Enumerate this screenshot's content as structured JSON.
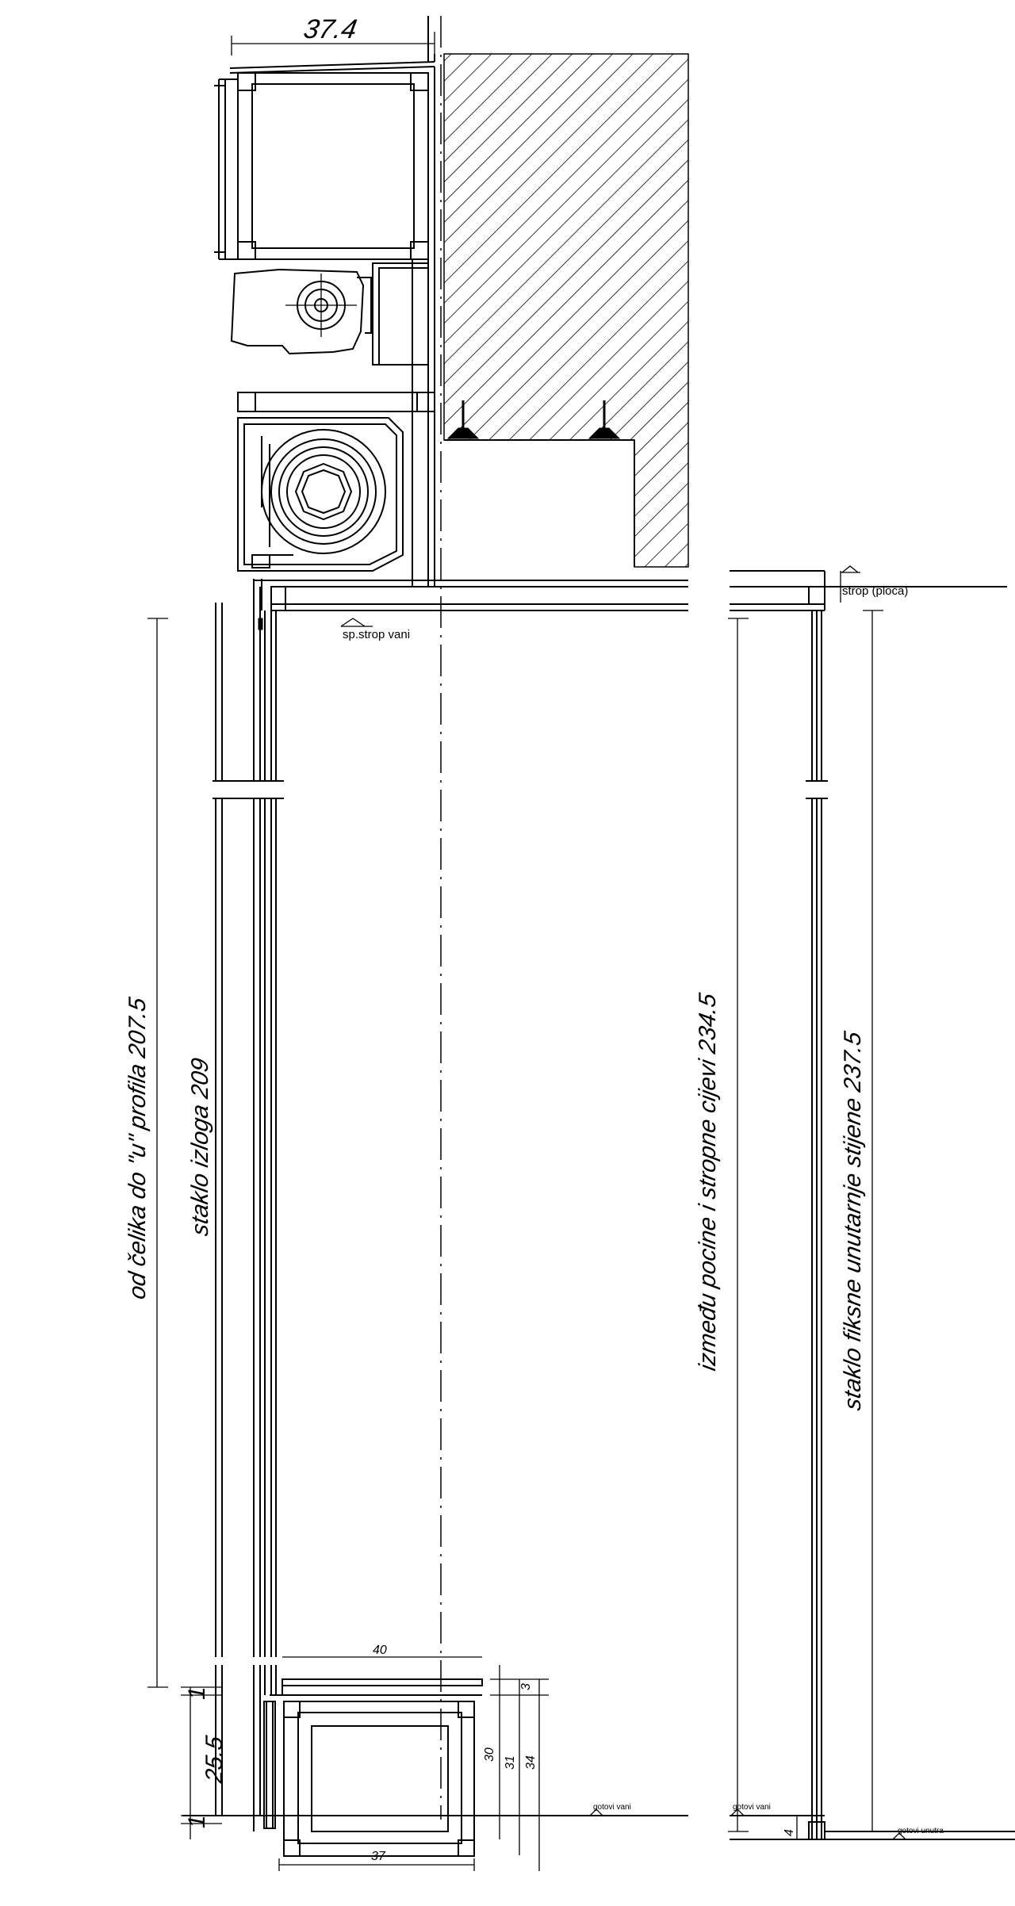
{
  "dimensions": {
    "top_width": "37.4",
    "ocelika": "od čelika do \"u\" profila 207.5",
    "staklo_izloga": "staklo izloga 209",
    "izmedu": "između pocine i stropne cijevi 234.5",
    "staklo_fiksne": "staklo fiksne unutarnje stijene 237.5",
    "one_a": "1",
    "one_b": "1",
    "two_five": "25.5",
    "width_40": "40",
    "width_37": "37",
    "three": "3",
    "thirty": "30",
    "thirty_one": "31",
    "thirty_four": "34",
    "four": "4"
  },
  "labels": {
    "strop_placa": "strop (ploča)",
    "sp_strop_vani": "sp.strop vani",
    "gotovi_vani_1": "gotovi vani",
    "gotovi_vani_2": "gotovi vani",
    "gotovi_unutra": "gotovi unutra"
  }
}
